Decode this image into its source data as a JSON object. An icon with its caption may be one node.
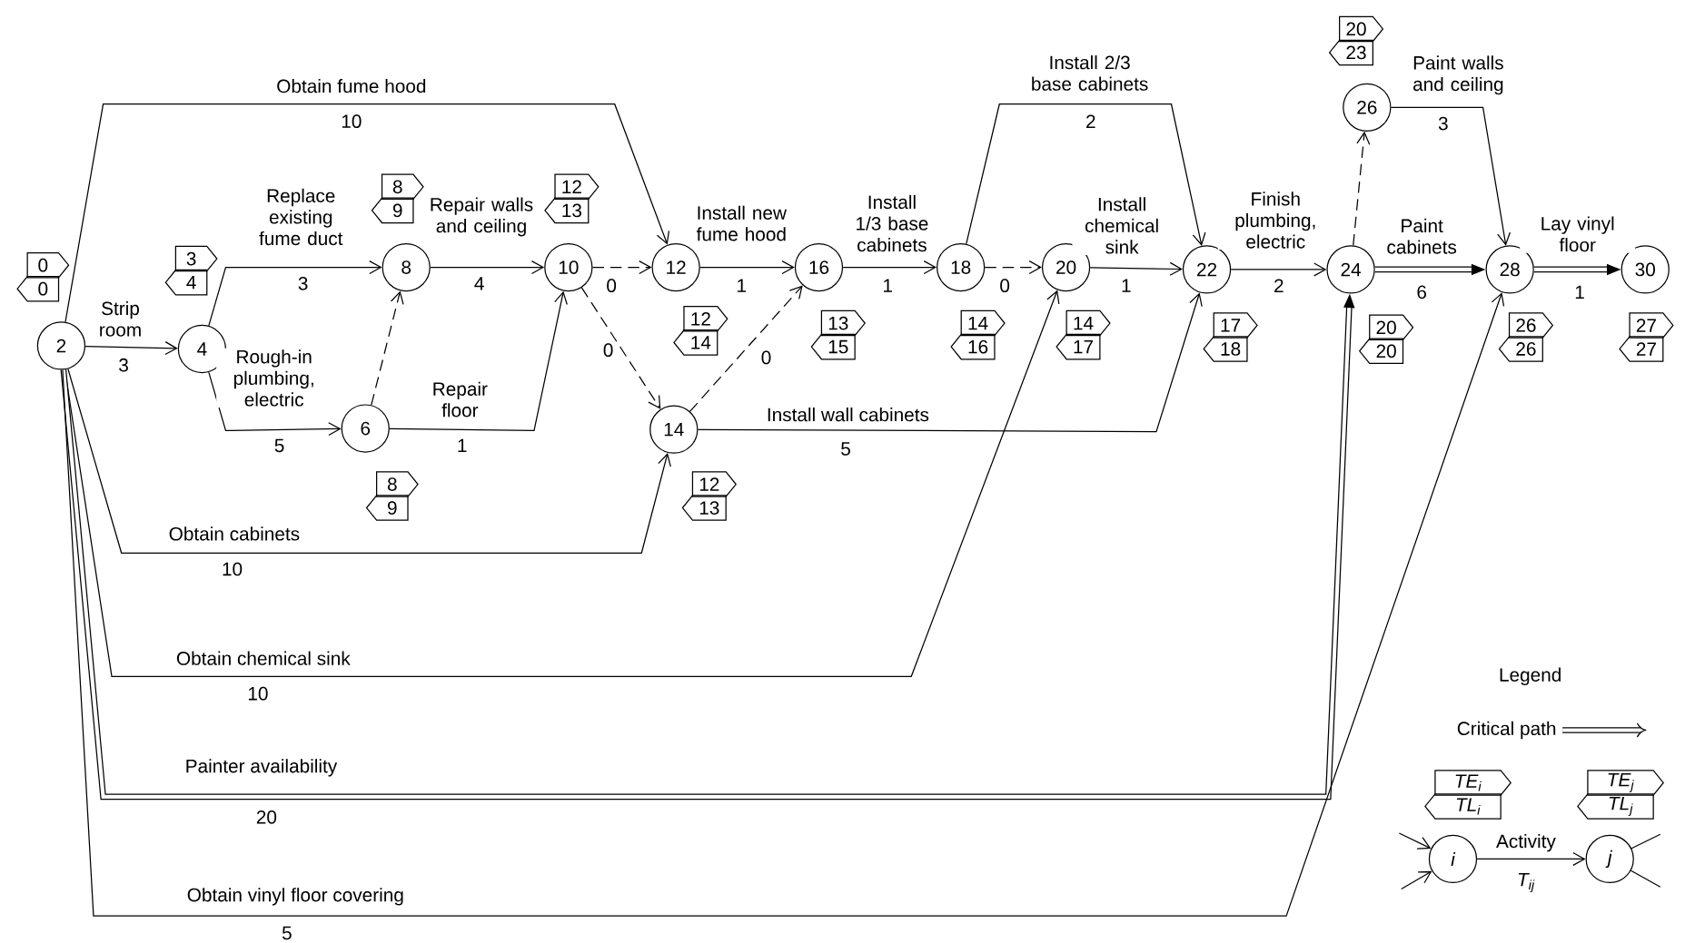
{
  "diagram": {
    "nodes": [
      {
        "text": [
          "2"
        ],
        "beside": [
          "0",
          "0"
        ]
      },
      {
        "text": [
          "4"
        ],
        "beside": [
          "3",
          "4"
        ]
      },
      {
        "text": [
          "6"
        ],
        "beside": [
          "8",
          "9"
        ]
      },
      {
        "text": [
          "8"
        ],
        "beside": [
          "8",
          "9"
        ]
      },
      {
        "text": [
          "10"
        ],
        "beside": [
          "12",
          "13"
        ]
      },
      {
        "text": [
          "12"
        ],
        "beside": [
          "12",
          "14"
        ]
      },
      {
        "text": [
          "14"
        ],
        "beside": [
          "12",
          "13"
        ]
      },
      {
        "text": [
          "16"
        ],
        "beside": [
          "13",
          "15"
        ]
      },
      {
        "text": [
          "18"
        ],
        "beside": [
          "14",
          "16"
        ]
      },
      {
        "text": [
          "20"
        ],
        "beside": [
          "14",
          "17"
        ]
      },
      {
        "text": [
          "22"
        ],
        "beside": [
          "17",
          "18"
        ]
      },
      {
        "text": [
          "24"
        ],
        "beside": [
          "20",
          "20"
        ]
      },
      {
        "text": [
          "26"
        ],
        "beside": [
          "20",
          "23"
        ]
      },
      {
        "text": [
          "28"
        ],
        "beside": [
          "26",
          "26"
        ]
      },
      {
        "text": [
          "30"
        ],
        "beside": [
          "27",
          "27"
        ]
      },
      {
        "text": [
          "i"
        ],
        "beside": [
          "TE$_{i}$",
          "TL$_{i}$"
        ]
      },
      {
        "text": [
          "j"
        ],
        "beside": [
          "TE$_{j}$",
          "TL$_{j}$"
        ]
      }
    ],
    "edges": [
      {
        "from": 0,
        "to": 1,
        "arrow": "to",
        "label": "Strip room"
      },
      {
        "from": 0,
        "to": 5,
        "arrow": "to",
        "label": "Obtain fume hood"
      },
      {
        "from": 1,
        "to": 3,
        "arrow": "to",
        "label": "Replace existing fume duct"
      },
      {
        "from": 1,
        "to": 2,
        "arrow": "to",
        "label": "Rough-in plumbing, electric"
      },
      {
        "from": 2,
        "to": 3,
        "arrow": "to",
        "style": "dashed"
      },
      {
        "from": 3,
        "to": 4,
        "arrow": "to",
        "label": "Repair walls and ceiling"
      },
      {
        "from": 2,
        "to": 4,
        "arrow": "to",
        "label": "Repair floor"
      },
      {
        "from": 4,
        "to": 5,
        "arrow": "to",
        "style": "dashed",
        "label": "0"
      },
      {
        "from": 4,
        "to": 6,
        "arrow": "to",
        "style": "dashed",
        "label": "0"
      },
      {
        "from": 5,
        "to": 7,
        "arrow": "to",
        "label": "Install new fume hood"
      },
      {
        "from": 6,
        "to": 7,
        "arrow": "to",
        "style": "dashed",
        "label": "0"
      },
      {
        "from": 0,
        "to": 6,
        "arrow": "to",
        "label": "Obtain cabinets"
      },
      {
        "from": 6,
        "to": 10,
        "arrow": "to",
        "label": "Install wall cabinets"
      },
      {
        "from": 7,
        "to": 8,
        "arrow": "to",
        "label": "Install 1/3 base cabinets"
      },
      {
        "from": 8,
        "to": 10,
        "arrow": "to",
        "label": "Install 2/3 base cabinets"
      },
      {
        "from": 8,
        "to": 9,
        "arrow": "to",
        "style": "dashed",
        "label": "0"
      },
      {
        "from": 9,
        "to": 10,
        "arrow": "to",
        "label": "Install chemical sink"
      },
      {
        "from": 0,
        "to": 9,
        "arrow": "to",
        "label": "Obtain chemical sink"
      },
      {
        "from": 10,
        "to": 11,
        "arrow": "to",
        "label": "Finish plumbing, electric"
      },
      {
        "from": 11,
        "to": 12,
        "arrow": "to",
        "style": "dashed"
      },
      {
        "from": 12,
        "to": 13,
        "arrow": "to",
        "label": "Paint walls and ceiling"
      },
      {
        "from": 0,
        "to": 11,
        "arrow": "to",
        "style": "thick",
        "label": "Painter availability"
      },
      {
        "from": 11,
        "to": 13,
        "arrow": "to",
        "style": "thick",
        "label": "Paint cabinets"
      },
      {
        "from": 13,
        "to": 14,
        "arrow": "to",
        "style": "thick",
        "label": "Lay vinyl floor"
      },
      {
        "from": 0,
        "to": 13,
        "arrow": "to",
        "label": "Obtain vinyl floor covering"
      },
      {
        "from": null,
        "to": 15,
        "arrow": "to"
      },
      {
        "from": null,
        "to": 15,
        "arrow": "to"
      },
      {
        "from": 15,
        "to": 16,
        "arrow": "to",
        "label": "Activity"
      },
      {
        "from": 16,
        "to": null,
        "arrow": "none"
      },
      {
        "from": 16,
        "to": null,
        "arrow": "none"
      }
    ],
    "labels": [
      "3",
      "10",
      "3",
      "5",
      "4",
      "1",
      "1",
      "10",
      "5",
      "1",
      "2",
      "1",
      "10",
      "2",
      "3",
      "20",
      "6",
      "1",
      "5",
      "Legend",
      "T$_{ij}$"
    ],
    "legend": [
      {
        "text": "Critical path"
      }
    ]
  }
}
